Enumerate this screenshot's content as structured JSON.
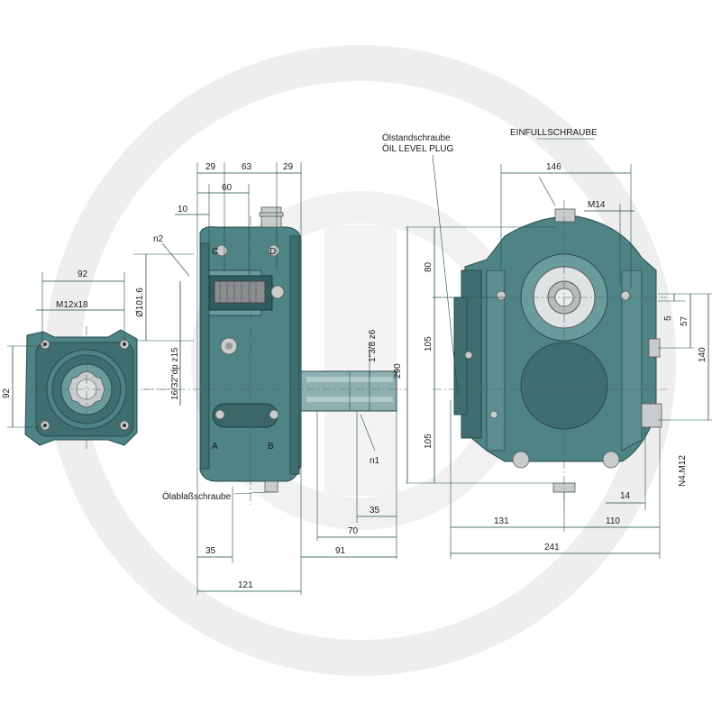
{
  "colors": {
    "housing": "#4e8486",
    "housing_dark": "#3e6e70",
    "housing_light": "#6a9c9e",
    "dimension_line": "#1e4a4a",
    "watermark": "#ececec"
  },
  "labels": {
    "oil_level_de": "Ölstandschraube",
    "oil_level_en": "ÖIL LEVEL PLUG",
    "fill_plug": "EINFULLSCHRAUBE",
    "drain_plug": "Ölablaßschraube",
    "m14": "M14",
    "m12x18": "M12x18",
    "n4m12": "N4.M12",
    "n1": "n1",
    "n2": "n2",
    "shaft_spec": "1\"3/8 z6",
    "spline_spec": "16/32\"dp z15",
    "bore": "Ø101.6",
    "letter_a": "A",
    "letter_b": "B",
    "letter_c": "C",
    "letter_d": "D"
  },
  "dimensions": {
    "left_width": "92",
    "left_height": "92",
    "mid_29a": "29",
    "mid_63": "63",
    "mid_29b": "29",
    "mid_60": "60",
    "mid_10": "10",
    "mid_35": "35",
    "mid_121": "121",
    "mid_91": "91",
    "mid_70": "70",
    "mid_35b": "35",
    "mid_290": "290",
    "right_146": "146",
    "right_80": "80",
    "right_105a": "105",
    "right_105b": "105",
    "right_5": "5",
    "right_57": "57",
    "right_140": "140",
    "right_14": "14",
    "right_131": "131",
    "right_110": "110",
    "right_241": "241"
  }
}
